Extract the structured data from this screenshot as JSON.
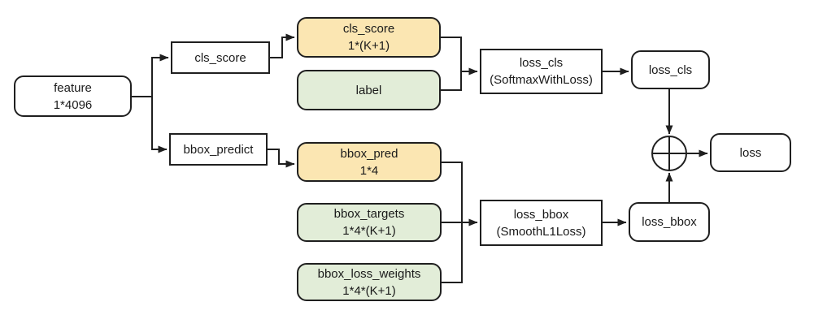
{
  "diagram": {
    "nodes": {
      "feature": {
        "line1": "feature",
        "line2": "1*4096"
      },
      "cls_score_layer": {
        "line1": "cls_score"
      },
      "cls_score_blob": {
        "line1": "cls_score",
        "line2": "1*(K+1)"
      },
      "label_blob": {
        "line1": "label"
      },
      "loss_cls_layer": {
        "line1": "loss_cls",
        "line2": "(SoftmaxWithLoss)"
      },
      "loss_cls_blob": {
        "line1": "loss_cls"
      },
      "bbox_predict_layer": {
        "line1": "bbox_predict"
      },
      "bbox_pred_blob": {
        "line1": "bbox_pred",
        "line2": "1*4"
      },
      "bbox_targets_blob": {
        "line1": "bbox_targets",
        "line2": "1*4*(K+1)"
      },
      "bbox_loss_weights_blob": {
        "line1": "bbox_loss_weights",
        "line2": "1*4*(K+1)"
      },
      "loss_bbox_layer": {
        "line1": "loss_bbox",
        "line2": "(SmoothL1Loss)"
      },
      "loss_bbox_blob": {
        "line1": "loss_bbox"
      },
      "loss_blob": {
        "line1": "loss"
      }
    },
    "icons": {
      "sum_node": "circle-plus"
    },
    "colors": {
      "blob_yellow": "#FBE6B2",
      "blob_green": "#E2EDD8",
      "box_white": "#FFFFFF",
      "border": "#1F1F1F",
      "text": "#1A1A1A",
      "background": "#FFFFFF"
    }
  }
}
